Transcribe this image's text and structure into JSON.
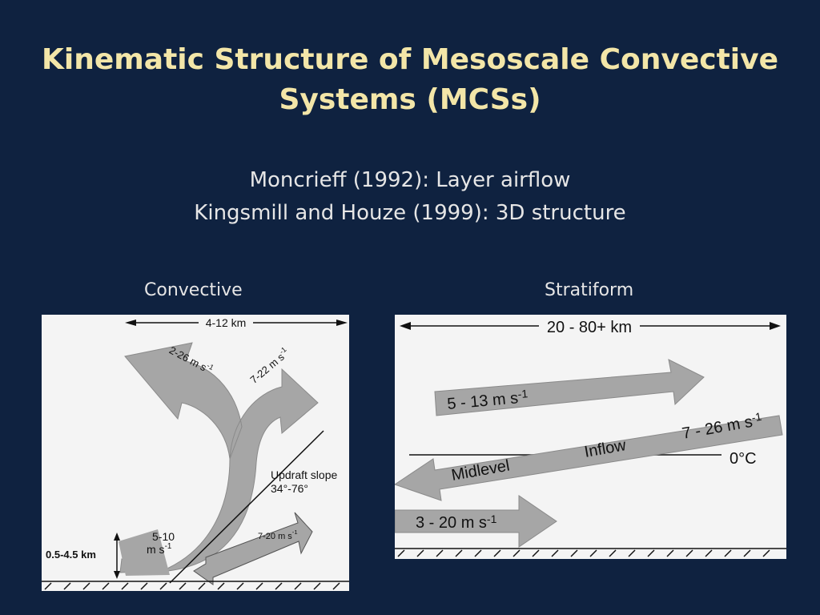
{
  "slide": {
    "title_line1": "Kinematic Structure of Mesoscale Convective",
    "title_line2": "Systems (MCSs)",
    "ref1": "Moncrieff (1992): Layer airflow",
    "ref2": "Kingsmill and Houze (1999): 3D structure"
  },
  "convective": {
    "label": "Convective",
    "width_label": "4-12 km",
    "left_branch": "2-26 m s",
    "right_branch": "7-22 m s",
    "updraft_slope_line1": "Updraft slope",
    "updraft_slope_line2": "34°-76°",
    "inflow_base_line1": "5-10",
    "inflow_base_line2": "m s",
    "height_label": "0.5-4.5 km",
    "lower_inflow": "7-20 m s",
    "unit_exp": "-1"
  },
  "stratiform": {
    "label": "Stratiform",
    "width_label": "20 - 80+ km",
    "upper_flow": "5 - 13 m s",
    "midlevel_word": "Midlevel",
    "inflow_word": "Inflow",
    "midlevel_speed": "7 - 26 m s",
    "freezing_level": "0°C",
    "lower_flow": "3 - 20 m s",
    "unit_exp": "-1"
  },
  "colors": {
    "background": "#0f2240",
    "title": "#f3e6a8",
    "arrow_fill": "#a6a6a6"
  }
}
